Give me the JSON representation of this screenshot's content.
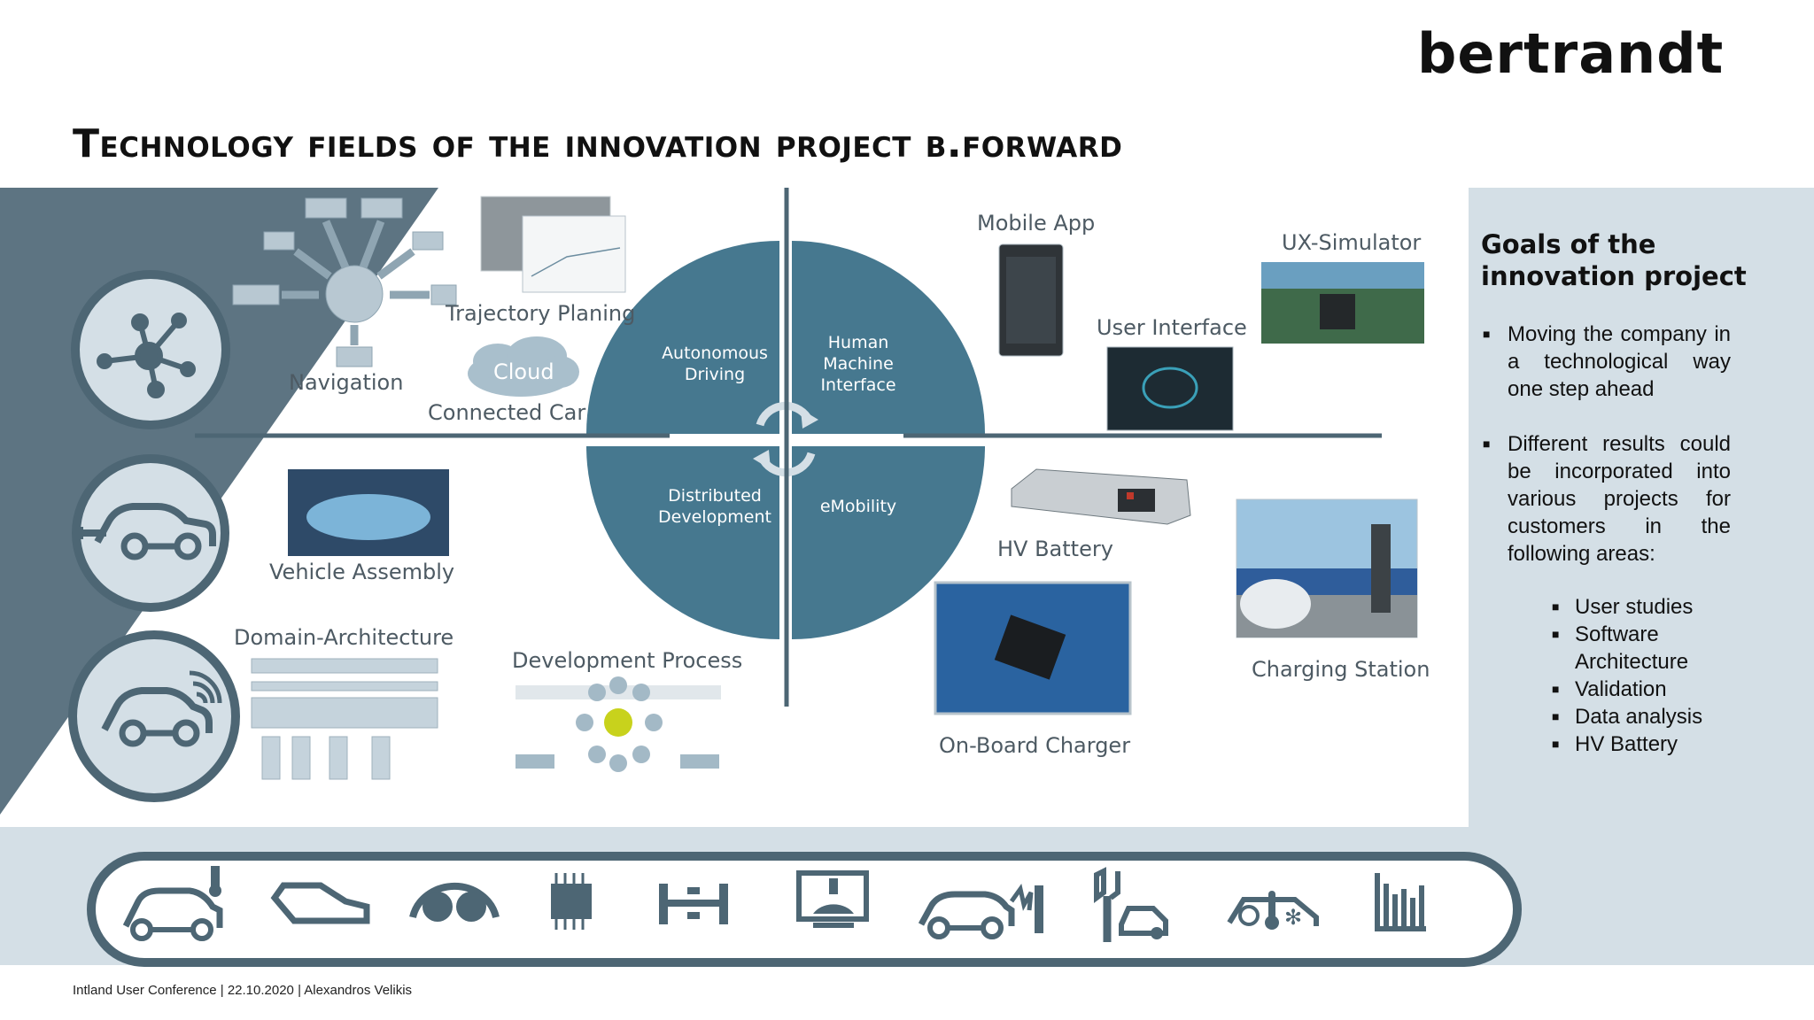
{
  "header": {
    "logo": "bertrandt",
    "title": "Technology fields of the innovation project b.forward"
  },
  "quadrants": {
    "q1": [
      "Autonomous",
      "Driving"
    ],
    "q2": [
      "Human",
      "Machine",
      "Interface"
    ],
    "q3": [
      "Distributed",
      "Development"
    ],
    "q4": [
      "eMobility"
    ]
  },
  "labels": {
    "trajectory": "Trajectory Planing",
    "navigation": "Navigation",
    "cloud": "Cloud",
    "connected_car": "Connected Car",
    "mobile_app": "Mobile App",
    "ux_simulator": "UX-Simulator",
    "user_interface": "User Interface",
    "vehicle_assembly": "Vehicle Assembly",
    "domain_architecture": "Domain-Architecture",
    "development_process": "Development Process",
    "hv_battery": "HV Battery",
    "charging_station": "Charging Station",
    "onboard_charger": "On-Board Charger"
  },
  "goals": {
    "title": "Goals of the innovation project",
    "items": [
      "Moving the company in a technological way one step ahead",
      "Different results could be incorporated into various projects for customers in the following areas:"
    ],
    "subitems": [
      "User studies",
      "Software Architecture",
      "Validation",
      "Data analysis",
      "HV Battery"
    ]
  },
  "footer": "Intland User Conference | 22.10.2020 | Alexandros Velikis",
  "colors": {
    "accent_dark": "#4d6674",
    "accent_mid": "#46788f",
    "panel_bg": "#d4dfe6",
    "triangle": "#5d7482"
  }
}
